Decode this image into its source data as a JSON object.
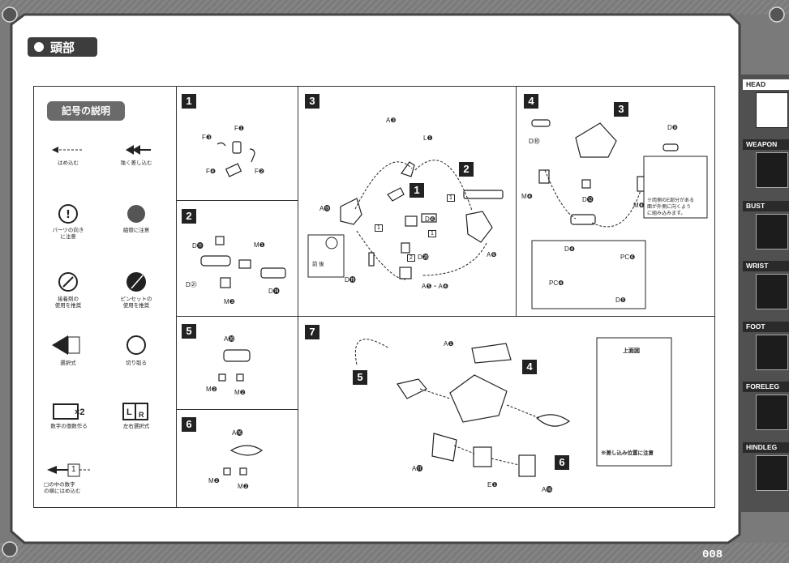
{
  "section": {
    "title": "頭部"
  },
  "legend": {
    "title": "記号の説明",
    "items": [
      {
        "label": "はめ込む"
      },
      {
        "label": "強く差し込む"
      },
      {
        "label": "パーツの向き\nに注意"
      },
      {
        "label": "組替に注意"
      },
      {
        "label": "接着剤の\n使用を推奨"
      },
      {
        "label": "ピンセットの\n使用を推奨"
      },
      {
        "label": "選択式"
      },
      {
        "label": "切り取る"
      },
      {
        "label": "数字の個数作る"
      },
      {
        "label": "左右選択式"
      },
      {
        "label": "□の中の数字\nの順にはめ込む"
      }
    ],
    "x2_symbol": "×2",
    "lr_symbol_l": "L",
    "lr_symbol_r": "R",
    "box_num": "1"
  },
  "steps": [
    {
      "num": "1",
      "labels": [
        "F❸",
        "F❶",
        "F❹",
        "F❷"
      ]
    },
    {
      "num": "2",
      "labels": [
        "D⓫",
        "M❶",
        "D㉑",
        "D⓮",
        "M❸"
      ]
    },
    {
      "num": "3",
      "labels": [
        "A❸",
        "L❶",
        "A⓳",
        "D❻",
        "A❻",
        "D⓳",
        "D⓴",
        "A❺・A❹",
        "1",
        "2"
      ],
      "sub_nums": [
        "1",
        "2"
      ],
      "order_marks": [
        "1",
        "1",
        "1",
        "2"
      ],
      "front_back": "前 後"
    },
    {
      "num": "4",
      "labels": [
        "D⓾",
        "D❾",
        "M❹",
        "D⓬",
        "M❹",
        "D❹",
        "PC❻",
        "PC❹",
        "D❺"
      ],
      "sub_num": "3",
      "note": "※両側のE部分がある\n面が外側に向くよう\nに組み込みます。"
    },
    {
      "num": "5",
      "labels": [
        "A⓴",
        "M❷",
        "M❷"
      ]
    },
    {
      "num": "6",
      "labels": [
        "A⓰",
        "M❷",
        "M❷"
      ]
    },
    {
      "num": "7",
      "labels": [
        "A❶",
        "A⓱",
        "E❶",
        "A⓲"
      ],
      "sub_nums": [
        "5",
        "4",
        "6"
      ],
      "top_view_title": "上面図",
      "top_view_note": "※差し込み位置に注意"
    }
  ],
  "tabs": [
    {
      "label": "HEAD",
      "active": true
    },
    {
      "label": "WEAPON",
      "active": false
    },
    {
      "label": "BUST",
      "active": false
    },
    {
      "label": "WRIST",
      "active": false
    },
    {
      "label": "FOOT",
      "active": false
    },
    {
      "label": "FORELEG",
      "active": false
    },
    {
      "label": "HINDLEG",
      "active": false
    }
  ],
  "page_number": "008",
  "colors": {
    "frame": "#6e6e6e",
    "panel": "#ffffff",
    "ink": "#222222",
    "tab_bg": "#2a2a2a"
  }
}
